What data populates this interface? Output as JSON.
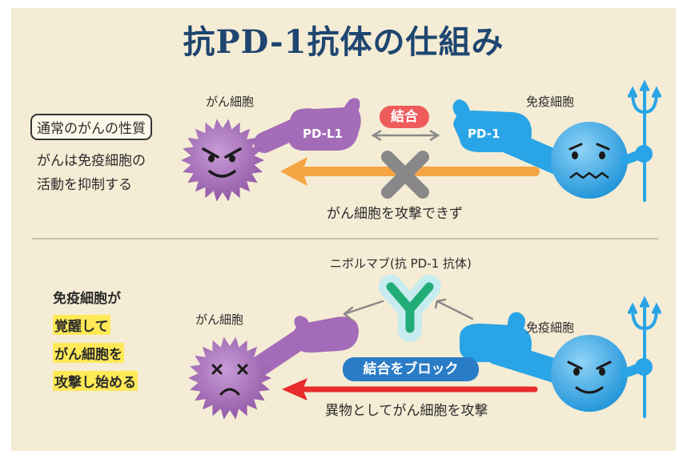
{
  "title": "抗PD-1抗体の仕組み",
  "top": {
    "label_trait": "通常のがんの性質",
    "desc_line1": "がんは免疫細胞の",
    "desc_line2": "活動を抑制する",
    "cancer_cell": "がん細胞",
    "immune_cell": "免疫細胞",
    "pdl1": "PD-L1",
    "pd1": "PD-1",
    "bind": "結合",
    "cannot_attack": "がん細胞を攻撃できず"
  },
  "bottom": {
    "antibody": "ニボルマブ(抗 PD-1 抗体)",
    "line1": "免疫細胞が",
    "line2": "覚醒して",
    "line3": "がん細胞を",
    "line4": "攻撃し始める",
    "cancer_cell": "がん細胞",
    "immune_cell": "免疫細胞",
    "block": "結合をブロック",
    "attack": "異物としてがん細胞を攻撃"
  },
  "colors": {
    "background": "#f5ecd5",
    "title": "#1e4670",
    "cancer_cell": "#a46bb8",
    "immune_cell": "#29a4e6",
    "bind_pill": "#ee5b5b",
    "block_pill": "#2a7cc7",
    "suppress_arrow": "#f5a443",
    "attack_arrow": "#e82b2b",
    "antibody": "#22ad78",
    "highlight": "#ffe957"
  }
}
